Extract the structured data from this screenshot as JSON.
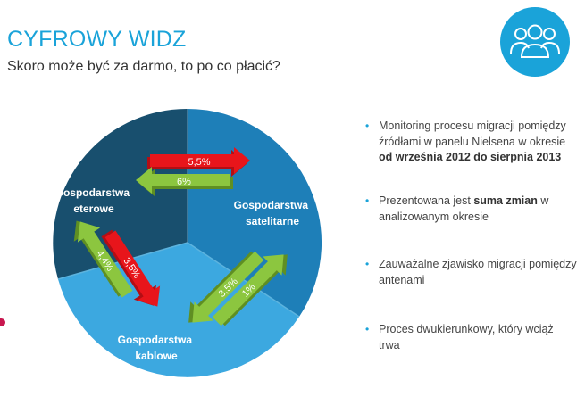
{
  "slide": {
    "title": "CYFROWY WIDZ",
    "subtitle": "Skoro może być za darmo, to po co płacić?"
  },
  "icon": {
    "name": "people-group-icon",
    "color": "#1aa3d9"
  },
  "diagram": {
    "segments": [
      {
        "label_lines": [
          "Gospodarstwa",
          "eterowe"
        ],
        "color": "#184f6e"
      },
      {
        "label_lines": [
          "Gospodarstwa",
          "satelitarne"
        ],
        "color": "#1e7fb8"
      },
      {
        "label_lines": [
          "Gospodarstwa",
          "kablowe"
        ],
        "color": "#3ca8e0"
      }
    ],
    "arrows": [
      {
        "label": "5,5%",
        "from": "Gospodarstwa eterowe",
        "to": "Gospodarstwa satelitarne",
        "color": "#e8151b"
      },
      {
        "label": "6%",
        "from": "Gospodarstwa satelitarne",
        "to": "Gospodarstwa eterowe",
        "color": "#8cc63f"
      },
      {
        "label": "3,5%",
        "from": "Gospodarstwa eterowe",
        "to": "Gospodarstwa kablowe",
        "color": "#e8151b"
      },
      {
        "label": "4,4%",
        "from": "Gospodarstwa kablowe",
        "to": "Gospodarstwa eterowe",
        "color": "#8cc63f"
      },
      {
        "label": "3,5%",
        "from": "Gospodarstwa satelitarne",
        "to": "Gospodarstwa kablowe",
        "color": "#8cc63f"
      },
      {
        "label": "1%",
        "from": "Gospodarstwa kablowe",
        "to": "Gospodarstwa satelitarne",
        "color": "#8cc63f"
      }
    ]
  },
  "bullets": [
    {
      "text": "Monitoring procesu migracji pomiędzy źródłami w panelu Nielsena w okresie ",
      "bold": "od września 2012 do sierpnia 2013",
      "after": ""
    },
    {
      "text": "Prezentowana jest ",
      "bold": "suma zmian",
      "after": " w analizowanym okresie"
    },
    {
      "text": "Zauważalne zjawisko migracji pomiędzy antenami",
      "bold": "",
      "after": ""
    },
    {
      "text": "Proces dwukierunkowy, który wciąż trwa",
      "bold": "",
      "after": ""
    }
  ],
  "bullet_marker": "•"
}
